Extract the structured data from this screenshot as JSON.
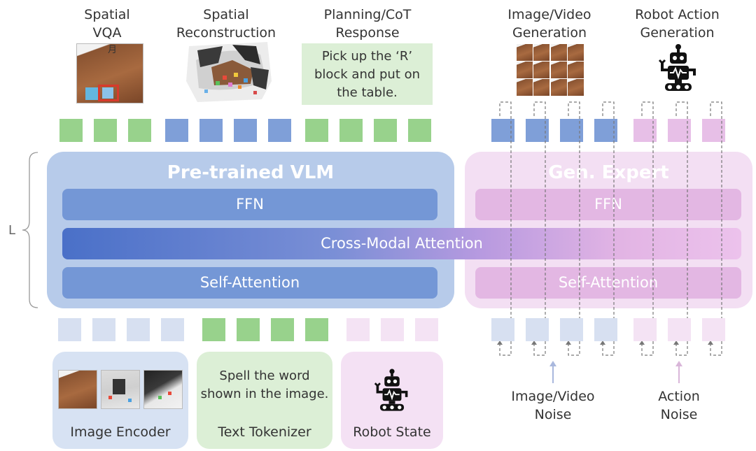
{
  "outputs": {
    "spatial_vqa": "Spatial\nVQA",
    "spatial_reconstruction": "Spatial\nReconstruction",
    "planning_cot": "Planning/CoT\nResponse",
    "planning_text": "Pick up the ‘R’\nblock and put on\nthe table.",
    "image_video_generation": "Image/Video\nGeneration",
    "robot_action_generation": "Robot Action\nGeneration",
    "vqa_photo_text": "月"
  },
  "vlm": {
    "title": "Pre-trained VLM",
    "ffn": "FFN",
    "self_attention": "Self-Attention"
  },
  "gen_expert": {
    "title": "Gen. Expert",
    "ffn": "FFN",
    "self_attention": "Self-Attention"
  },
  "cross_modal_attention": "Cross-Modal Attention",
  "layer_label": "L",
  "inputs": {
    "image_encoder": "Image Encoder",
    "text_prompt": "Spell the word\nshown in the image.",
    "text_tokenizer": "Text Tokenizer",
    "robot_state": "Robot State",
    "image_video_noise": "Image/Video\nNoise",
    "action_noise": "Action\nNoise"
  },
  "colors": {
    "vlm_bg": "#b7cbea",
    "vlm_bar": "#7497d6",
    "gen_bg": "#f3dff3",
    "gen_bar": "#e3b7e3",
    "green_token": "#98d28c",
    "blue_token": "#7f9fd8",
    "purple_token": "#e7bfe7"
  }
}
